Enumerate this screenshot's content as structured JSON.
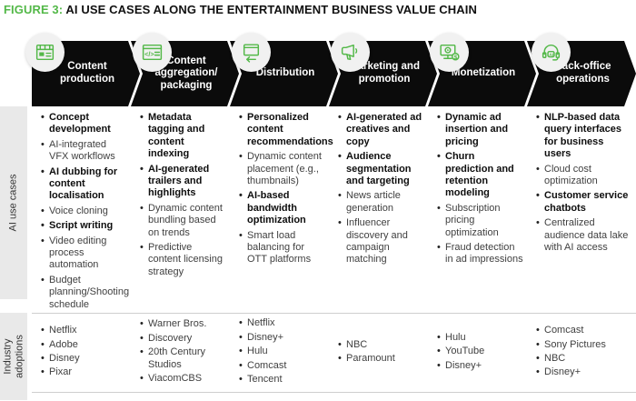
{
  "figure": {
    "label": "FIGURE 3:",
    "title": "AI USE CASES ALONG THE ENTERTAINMENT BUSINESS VALUE CHAIN"
  },
  "colors": {
    "accent_green": "#53B848",
    "stage_black": "#0b0b0b",
    "sidebar_gray": "#e9e9e9",
    "divider_gray": "#cfcfcf"
  },
  "row_labels": {
    "use_cases": "AI use cases",
    "adoptions": "Industry adoptions"
  },
  "stages": [
    {
      "label": "Content production",
      "icon": "storyboard-icon",
      "use_cases": [
        {
          "text": "Concept development",
          "bold": true
        },
        {
          "text": "AI-integrated VFX workflows",
          "bold": false
        },
        {
          "text": "AI dubbing for content localisation",
          "bold": true
        },
        {
          "text": "Voice cloning",
          "bold": false
        },
        {
          "text": "Script writing",
          "bold": true
        },
        {
          "text": "Video editing process automation",
          "bold": false
        },
        {
          "text": "Budget planning/Shooting schedule",
          "bold": false
        }
      ],
      "adoptions": [
        "Netflix",
        "Adobe",
        "Disney",
        "Pixar"
      ]
    },
    {
      "label": "Content aggregation/ packaging",
      "icon": "code-window-icon",
      "use_cases": [
        {
          "text": "Metadata tagging and content indexing",
          "bold": true
        },
        {
          "text": "AI-generated trailers and highlights",
          "bold": true
        },
        {
          "text": "Dynamic content bundling based on trends",
          "bold": false
        },
        {
          "text": "Predictive content licensing strategy",
          "bold": false
        }
      ],
      "adoptions": [
        "Warner Bros.",
        "Discovery",
        "20th Century Studios",
        "ViacomCBS"
      ]
    },
    {
      "label": "Distribution",
      "icon": "screen-transfer-icon",
      "use_cases": [
        {
          "text": "Personalized content recommendations",
          "bold": true
        },
        {
          "text": "Dynamic content placement (e.g., thumbnails)",
          "bold": false
        },
        {
          "text": "AI-based bandwidth optimization",
          "bold": true
        },
        {
          "text": "Smart load balancing for OTT platforms",
          "bold": false
        }
      ],
      "adoptions": [
        "Netflix",
        "Disney+",
        "Hulu",
        "Comcast",
        "Tencent"
      ]
    },
    {
      "label": "Marketing and promotion",
      "icon": "megaphone-icon",
      "use_cases": [
        {
          "text": "AI-generated ad creatives and copy",
          "bold": true
        },
        {
          "text": "Audience segmentation and targeting",
          "bold": true
        },
        {
          "text": "News article generation",
          "bold": false
        },
        {
          "text": "Influencer discovery and campaign matching",
          "bold": false
        }
      ],
      "adoptions": [
        "NBC",
        "Paramount"
      ]
    },
    {
      "label": "Monetization",
      "icon": "monitor-play-dollar-icon",
      "use_cases": [
        {
          "text": "Dynamic ad insertion and pricing",
          "bold": true
        },
        {
          "text": "Churn prediction and retention modeling",
          "bold": true
        },
        {
          "text": "Subscription pricing optimization",
          "bold": false
        },
        {
          "text": "Fraud detection in ad impressions",
          "bold": false
        }
      ],
      "adoptions": [
        "Hulu",
        "YouTube",
        "Disney+"
      ]
    },
    {
      "label": "Back-office operations",
      "icon": "headset-ai-icon",
      "use_cases": [
        {
          "text": "NLP-based data query interfaces for business users",
          "bold": true
        },
        {
          "text": "Cloud cost optimization",
          "bold": false
        },
        {
          "text": "Customer service chatbots",
          "bold": true
        },
        {
          "text": "Centralized audience data lake with AI access",
          "bold": false
        }
      ],
      "adoptions": [
        "Comcast",
        "Sony Pictures",
        "NBC",
        "Disney+"
      ]
    }
  ]
}
